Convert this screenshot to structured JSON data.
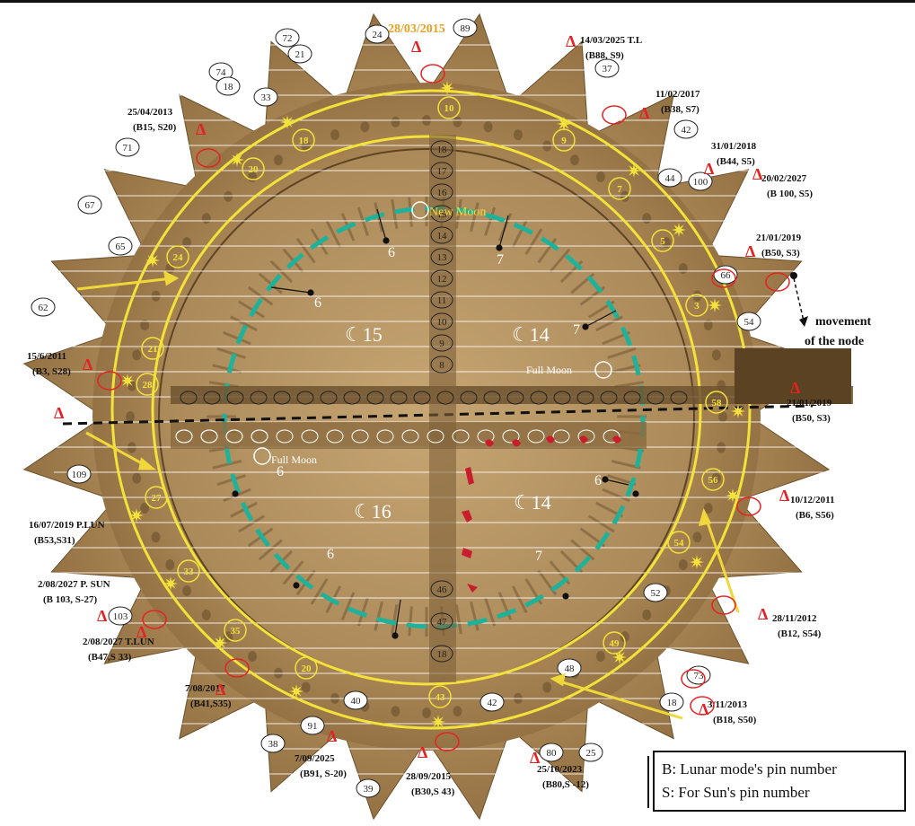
{
  "top_date": "28/03/2015",
  "moon_labels": {
    "new_moon": "New Moon",
    "full_moon_right": "Full Moon",
    "full_moon_left": "Full Moon",
    "q15": "☾15",
    "q14_upper": "☾14",
    "q16": "☾16",
    "q14_lower": "☾14"
  },
  "node_note": {
    "line1": "movement",
    "line2": "of the node"
  },
  "legend": {
    "b": "B: Lunar mode's pin number",
    "s": "S: For Sun's pin number"
  },
  "events": [
    {
      "date": "14/03/2025 T.L",
      "code": "(B88, S9)"
    },
    {
      "date": "11/02/2017",
      "code": "(B38, S7)"
    },
    {
      "date": "31/01/2018",
      "code": "(B44, S5)"
    },
    {
      "date": "20/02/2027",
      "code": "(B 100, S5)"
    },
    {
      "date": "21/01/2019",
      "code": "(B50, S3)"
    },
    {
      "date": "21/01/2019",
      "code": "(B50, S3)"
    },
    {
      "date": "10/12/2011",
      "code": "(B6, S56)"
    },
    {
      "date": "28/11/2012",
      "code": "(B12, S54)"
    },
    {
      "date": "3/11/2013",
      "code": "(B18, S50)"
    },
    {
      "date": "25/10/2023",
      "code": "(B80,S -12)"
    },
    {
      "date": "28/09/2015",
      "code": "(B30,S 43)"
    },
    {
      "date": "7/09/2025",
      "code": "(B91, S-20)"
    },
    {
      "date": "7/08/2017",
      "code": "(B41,S35)"
    },
    {
      "date": "2/08/2027 T.LUN",
      "code": "(B47,S 33)"
    },
    {
      "date": "2/08/2027 P. SUN",
      "code": "(B 103, S-27)"
    },
    {
      "date": "16/07/2019 P.LUN",
      "code": "(B53,S31)"
    },
    {
      "date": "15/6/2011",
      "code": "(B3, S28)"
    },
    {
      "date": "25/04/2013",
      "code": "(B15, S20)"
    }
  ],
  "inner_numbers_white": [
    "6",
    "7",
    "6",
    "7",
    "6",
    "6",
    "6",
    "7"
  ],
  "sun_ring_numbers": [
    "10",
    "9",
    "7",
    "5",
    "3",
    "58",
    "56",
    "54",
    "49",
    "43",
    "20",
    "35",
    "33",
    "27",
    "21",
    "28",
    "24",
    "20",
    "18"
  ],
  "outer_numbers": [
    "72",
    "21",
    "24",
    "89",
    "37",
    "42",
    "44",
    "100",
    "54",
    "66",
    "52",
    "73",
    "18",
    "48",
    "42",
    "25",
    "80",
    "38",
    "91",
    "40",
    "39",
    "33",
    "103",
    "109",
    "62",
    "67",
    "71",
    "74",
    "18",
    "65"
  ],
  "central_column_numbers": [
    "18",
    "17",
    "16",
    "15",
    "14",
    "13",
    "12",
    "11",
    "10",
    "9",
    "8",
    "46",
    "47",
    "18"
  ],
  "colors": {
    "outer_circle": "#f2e23a",
    "dashed_circle": "#1fb29a",
    "event_red": "#e42222",
    "annotation_yellow": "#f0d83a",
    "top_date": "#e8a020"
  },
  "icons": [
    "sun-star-icon",
    "delta-marker-icon",
    "arrow-icon"
  ]
}
